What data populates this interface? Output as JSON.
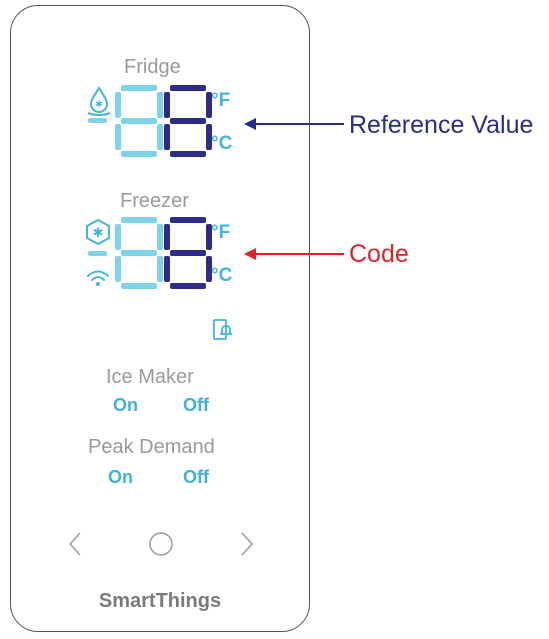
{
  "fridge": {
    "label": "Fridge",
    "unit_f": "°F",
    "unit_c": "°C"
  },
  "freezer": {
    "label": "Freezer",
    "unit_f": "°F",
    "unit_c": "°C"
  },
  "ice_maker": {
    "label": "Ice Maker",
    "on": "On",
    "off": "Off"
  },
  "peak_demand": {
    "label": "Peak Demand",
    "on": "On",
    "off": "Off"
  },
  "brand": "SmartThings",
  "callouts": {
    "reference": {
      "text": "Reference Value",
      "color": "#2a2d82"
    },
    "code": {
      "text": "Code",
      "color": "#e0232b"
    }
  },
  "colors": {
    "segment_light": "#7fd3e6",
    "segment_dark": "#2f2b8a",
    "accent": "#43b6d8"
  },
  "icons": [
    "water-drop-icon",
    "snowflake-icon",
    "wifi-icon",
    "door-alarm-icon",
    "chevron-left-icon",
    "home-circle-icon",
    "chevron-right-icon"
  ]
}
